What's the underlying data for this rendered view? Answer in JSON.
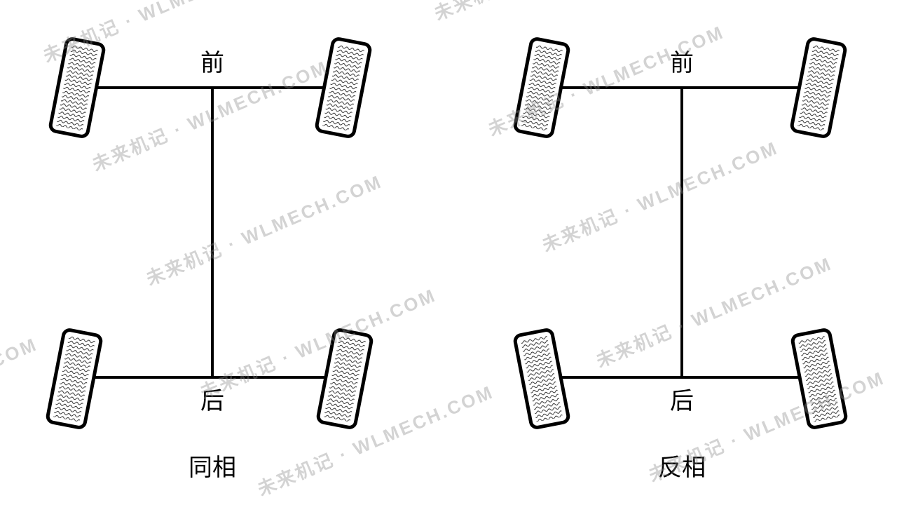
{
  "diagrams": [
    {
      "front_label": "前",
      "rear_label": "后",
      "caption": "同相"
    },
    {
      "front_label": "前",
      "rear_label": "后",
      "caption": "反相"
    }
  ],
  "watermark": {
    "text": "未来机记 · WLMECH.COM"
  },
  "colors": {
    "line": "#000000",
    "background": "#ffffff",
    "watermark": "rgba(140,140,140,0.38)"
  }
}
